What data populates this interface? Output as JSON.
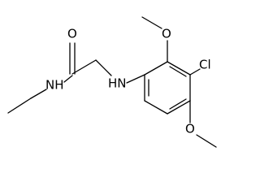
{
  "molecule": {
    "atoms": {
      "o_carbonyl": "O",
      "nh_amide": "NH",
      "nh_amine": "HN",
      "o_methoxy_top": "O",
      "cl": "Cl",
      "o_methoxy_bottom": "O"
    }
  },
  "colors": {
    "bond": "#000000",
    "label": "#000000",
    "background": "#ffffff"
  }
}
